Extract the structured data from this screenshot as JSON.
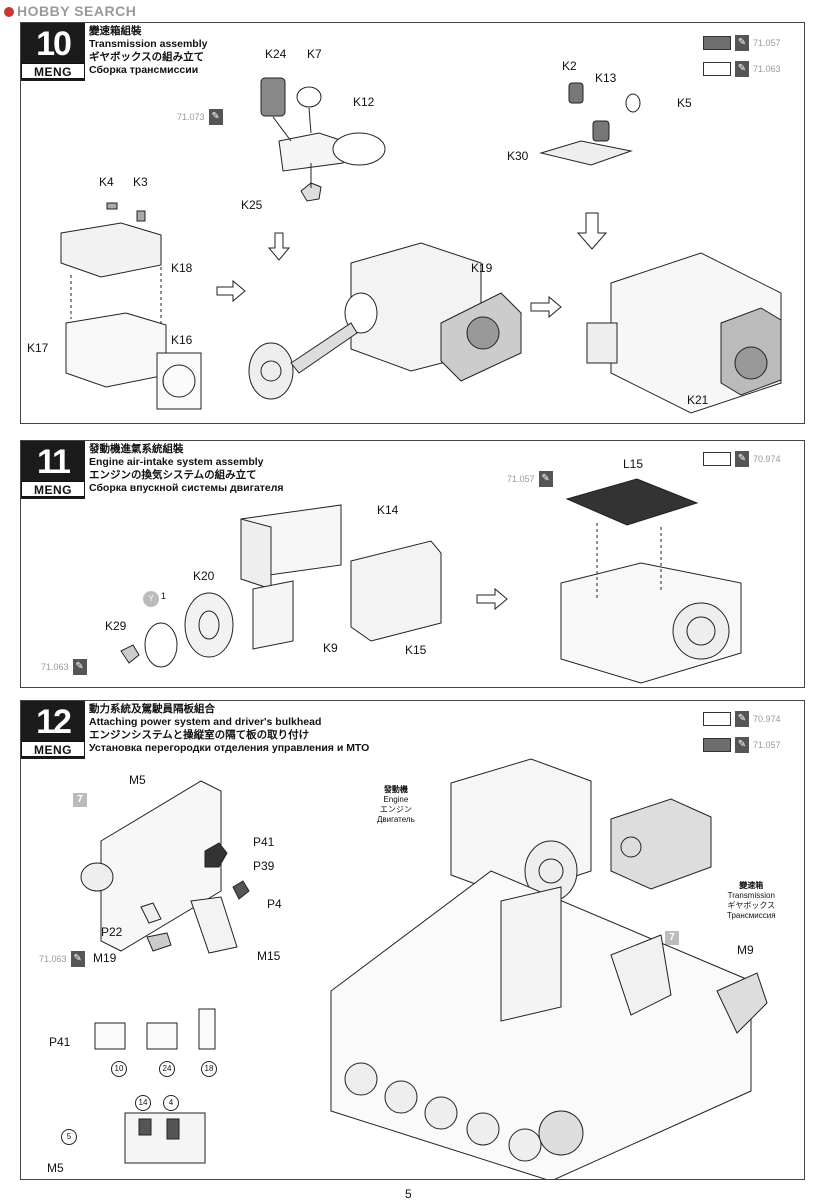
{
  "site": {
    "logo": "HOBBY SEARCH"
  },
  "steps": [
    {
      "number": "10",
      "brand": "MENG",
      "title_cn": "變速箱組裝",
      "title_en": "Transmission assembly",
      "title_jp": "ギヤボックスの組み立て",
      "title_ru": "Сборка трансмиссии",
      "paints": [
        {
          "code": "71.057",
          "color": "#6e6e6e"
        },
        {
          "code": "71.063",
          "color": "#ffffff"
        }
      ],
      "inline_paint": "71.073",
      "parts": [
        "K24",
        "K7",
        "K12",
        "K25",
        "K4",
        "K3",
        "K18",
        "K17",
        "K16",
        "K19",
        "K2",
        "K13",
        "K5",
        "K30",
        "K21"
      ]
    },
    {
      "number": "11",
      "brand": "MENG",
      "title_cn": "發動機進氣系統組裝",
      "title_en": "Engine air-intake system assembly",
      "title_jp": "エンジンの換気システムの組み立て",
      "title_ru": "Сборка впускной системы двигателя",
      "paints": [
        {
          "code": "70.974",
          "color": "#ffffff"
        }
      ],
      "inline_paint_1": "71.057",
      "inline_paint_2": "71.063",
      "option_mark": "Y",
      "option_num": "1",
      "parts": [
        "L15",
        "K14",
        "K20",
        "K29",
        "K9",
        "K15"
      ]
    },
    {
      "number": "12",
      "brand": "MENG",
      "title_cn": "動力系統及駕駛員隔板組合",
      "title_en": "Attaching power system and driver's bulkhead",
      "title_jp": "エンジンシステムと操縦室の隔て板の取り付け",
      "title_ru": "Установка перегородки отделения управления и МТО",
      "paints": [
        {
          "code": "70.974",
          "color": "#ffffff"
        },
        {
          "code": "71.057",
          "color": "#6e6e6e"
        }
      ],
      "inline_paint": "71.063",
      "engine_label": [
        "發動機",
        "Engine",
        "エンジン",
        "Двигатель"
      ],
      "trans_label": [
        "變速箱",
        "Transmission",
        "ギヤボックス",
        "Трансмиссия"
      ],
      "box_mark": "7",
      "parts": [
        "M5",
        "P41",
        "P39",
        "P4",
        "P22",
        "M19",
        "M15",
        "M9"
      ],
      "callouts": [
        "10",
        "24",
        "18",
        "14",
        "4",
        "5"
      ],
      "detail_parts": [
        "P41",
        "M5"
      ]
    }
  ],
  "page": {
    "number": "5"
  }
}
